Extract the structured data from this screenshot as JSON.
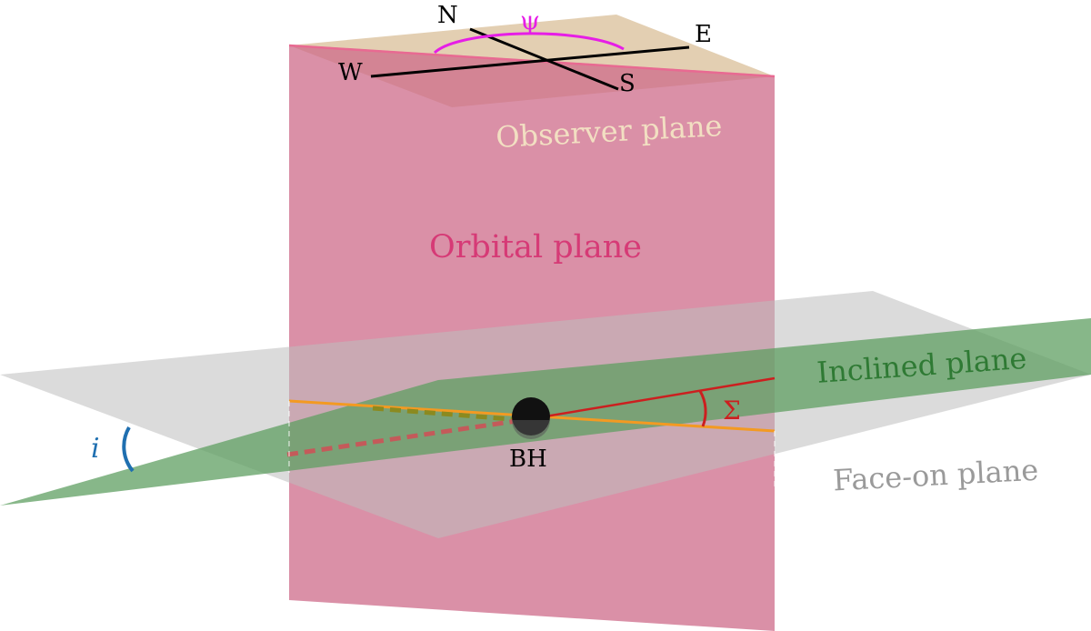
{
  "labels": {
    "north": "N",
    "south": "S",
    "east": "E",
    "west": "W",
    "psi": "ψ",
    "observer_plane": "Observer plane",
    "orbital_plane": "Orbital plane",
    "inclined_plane": "Inclined plane",
    "face_on_plane": "Face-on plane",
    "black_hole": "BH",
    "sigma": "Σ",
    "inclination": "i"
  },
  "colors": {
    "observer_plane_fill": "#e3cfb2",
    "orbital_plane_fill": "#cd6b8a",
    "orbital_plane_edge": "#e86a92",
    "face_on_plane_fill": "#bdbdbd",
    "inclined_plane_fill": "#5f9f62",
    "psi_arc": "#e61ee6",
    "sigma": "#cc1f1f",
    "orange_line": "#f39a22",
    "olive_dashed": "#8b8a20",
    "red_dashed": "#c45a5a",
    "inclination_arc": "#1f6fb0",
    "black_hole": "#111111",
    "observer_label": "#f2dfc2",
    "orbital_label": "#d63a76",
    "inclined_label": "#2f7a34",
    "face_on_label": "#9a9a9a"
  }
}
